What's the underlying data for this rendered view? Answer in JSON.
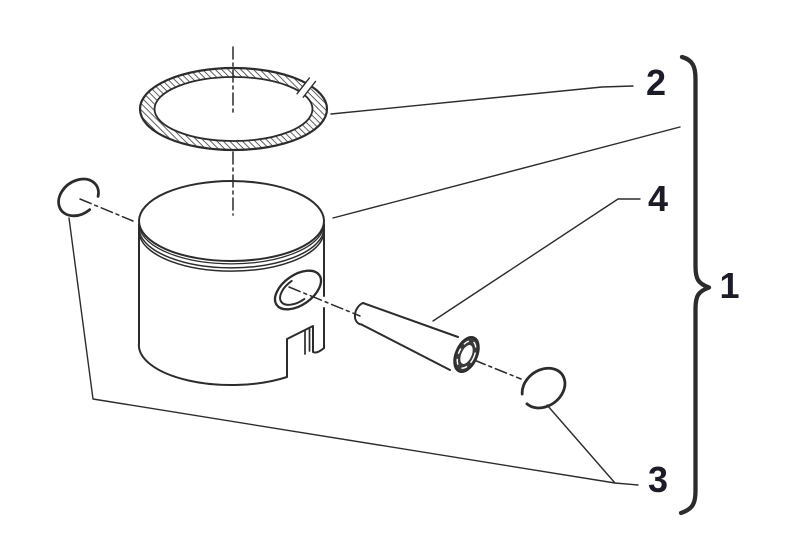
{
  "figure": {
    "background_color": "#ffffff",
    "line_color": "#2c2c2c",
    "label_color": "#1c1c28",
    "callouts": [
      {
        "id": "1",
        "label": "1"
      },
      {
        "id": "2",
        "label": "2"
      },
      {
        "id": "3",
        "label": "3"
      },
      {
        "id": "4",
        "label": "4"
      }
    ]
  }
}
